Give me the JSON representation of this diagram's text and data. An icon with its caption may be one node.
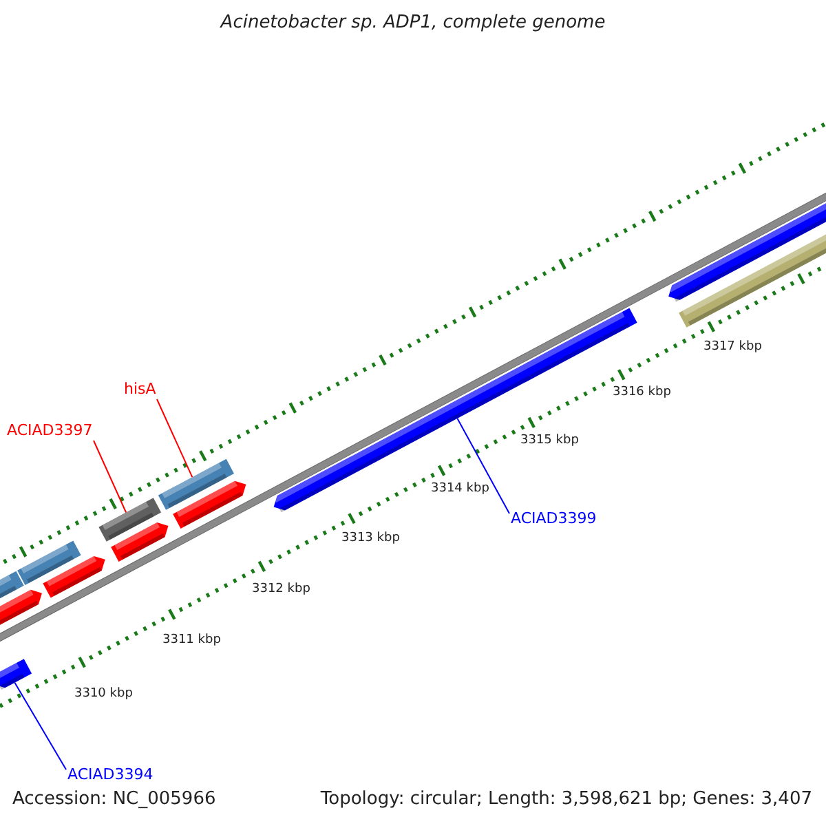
{
  "diagram": {
    "title": "Acinetobacter sp. ADP1, complete genome",
    "nodes": [
      {
        "text": [
          "hisA"
        ]
      },
      {
        "text": [
          "ACIAD3397"
        ]
      },
      {
        "text": [],
        "shape": "bar"
      },
      {
        "text": [],
        "shape": "bar"
      },
      {
        "text": [],
        "shape": "bar"
      },
      {
        "text": [],
        "shape": "bar"
      },
      {
        "text": [],
        "shape": "bar"
      },
      {
        "text": [],
        "shape": "bar"
      },
      {
        "text": [],
        "shape": "bar"
      },
      {
        "text": [],
        "shape": "bar"
      },
      {
        "text": [],
        "shape": "bar"
      },
      {
        "text": [],
        "shape": "bar"
      },
      {
        "text": [],
        "shape": "bar"
      },
      {
        "text": [],
        "shape": "bar"
      },
      {
        "text": [
          "ACIAD3399"
        ]
      },
      {
        "text": [
          "ACIAD3394"
        ]
      }
    ],
    "edges": [
      {
        "from": 0,
        "to": 9,
        "arrow": "none",
        "color": "#ff0000"
      },
      {
        "from": 1,
        "to": 7,
        "arrow": "none",
        "color": "#ff0000"
      },
      {
        "from": 14,
        "to": 11,
        "arrow": "none",
        "color": "#0000ff"
      },
      {
        "from": 15,
        "to": 2,
        "arrow": "none",
        "color": "#0000ff"
      }
    ],
    "labels": [
      "3317 kbp",
      "3316 kbp",
      "3315 kbp",
      "3314 kbp",
      "3313 kbp",
      "3312 kbp",
      "3311 kbp",
      "3310 kbp",
      "Accession: NC_005966",
      "Topology: circular; Length: 3,598,621 bp; Genes: 3,407"
    ]
  }
}
